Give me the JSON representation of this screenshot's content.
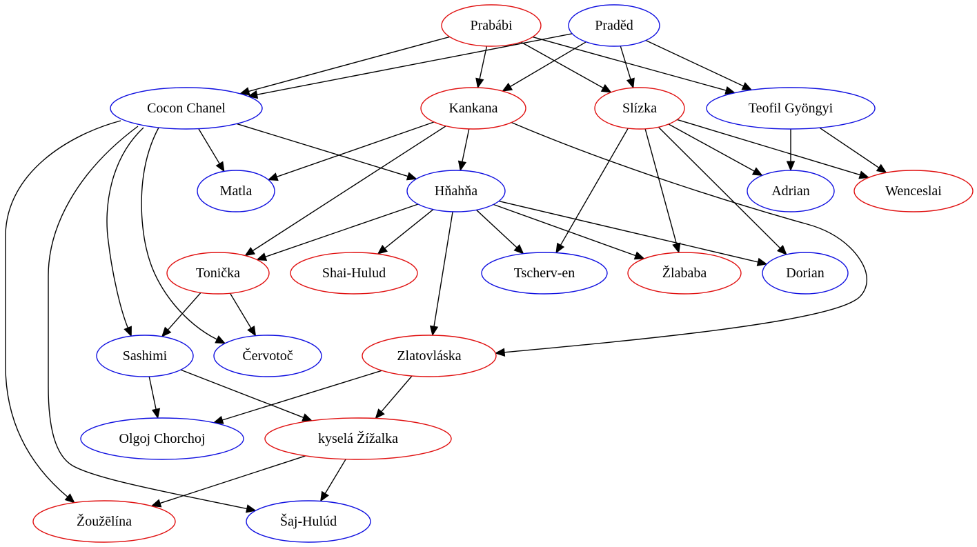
{
  "colors": {
    "female": "#e01010",
    "male": "#1010e0",
    "edge": "#000000"
  },
  "nodes": [
    {
      "id": "prababi",
      "label": "Prabábi",
      "color": "female"
    },
    {
      "id": "praded",
      "label": "Praděd",
      "color": "male"
    },
    {
      "id": "cocon",
      "label": "Cocon Chanel",
      "color": "male"
    },
    {
      "id": "kankana",
      "label": "Kankana",
      "color": "female"
    },
    {
      "id": "slizka",
      "label": "Slízka",
      "color": "female"
    },
    {
      "id": "teofil",
      "label": "Teofil Gyöngyi",
      "color": "male"
    },
    {
      "id": "matla",
      "label": "Matla",
      "color": "male"
    },
    {
      "id": "hnahna",
      "label": "Hňahňa",
      "color": "male"
    },
    {
      "id": "adrian",
      "label": "Adrian",
      "color": "male"
    },
    {
      "id": "wenceslai",
      "label": "Wenceslai",
      "color": "female"
    },
    {
      "id": "tonicka",
      "label": "Tonička",
      "color": "female"
    },
    {
      "id": "shaihulud",
      "label": "Shai-Hulud",
      "color": "female"
    },
    {
      "id": "tscherv",
      "label": "Tscherv-en",
      "color": "male"
    },
    {
      "id": "zlababa",
      "label": "Žlababa",
      "color": "female"
    },
    {
      "id": "dorian",
      "label": "Dorian",
      "color": "male"
    },
    {
      "id": "sashimi",
      "label": "Sashimi",
      "color": "male"
    },
    {
      "id": "cervotoc",
      "label": "Červotoč",
      "color": "male"
    },
    {
      "id": "zlatovlaska",
      "label": "Zlatovláska",
      "color": "female"
    },
    {
      "id": "olgoj",
      "label": "Olgoj Chorchoj",
      "color": "male"
    },
    {
      "id": "kysela",
      "label": "kyselá Žížalka",
      "color": "female"
    },
    {
      "id": "zouzelina",
      "label": "Žoužēlína",
      "color": "female"
    },
    {
      "id": "sajhulud",
      "label": "Šaj-Hulúd",
      "color": "male"
    }
  ],
  "edges": [
    [
      "prababi",
      "cocon"
    ],
    [
      "prababi",
      "kankana"
    ],
    [
      "prababi",
      "slizka"
    ],
    [
      "prababi",
      "teofil"
    ],
    [
      "praded",
      "cocon"
    ],
    [
      "praded",
      "kankana"
    ],
    [
      "praded",
      "slizka"
    ],
    [
      "praded",
      "teofil"
    ],
    [
      "cocon",
      "matla"
    ],
    [
      "cocon",
      "hnahna"
    ],
    [
      "cocon",
      "sashimi"
    ],
    [
      "cocon",
      "cervotoc"
    ],
    [
      "cocon",
      "zouzelina"
    ],
    [
      "cocon",
      "sajhulud"
    ],
    [
      "kankana",
      "matla"
    ],
    [
      "kankana",
      "hnahna"
    ],
    [
      "kankana",
      "tonicka"
    ],
    [
      "kankana",
      "zlatovlaska"
    ],
    [
      "slizka",
      "adrian"
    ],
    [
      "slizka",
      "wenceslai"
    ],
    [
      "slizka",
      "tscherv"
    ],
    [
      "slizka",
      "zlababa"
    ],
    [
      "slizka",
      "dorian"
    ],
    [
      "teofil",
      "adrian"
    ],
    [
      "teofil",
      "wenceslai"
    ],
    [
      "hnahna",
      "tonicka"
    ],
    [
      "hnahna",
      "shaihulud"
    ],
    [
      "hnahna",
      "tscherv"
    ],
    [
      "hnahna",
      "zlababa"
    ],
    [
      "hnahna",
      "dorian"
    ],
    [
      "hnahna",
      "zlatovlaska"
    ],
    [
      "tonicka",
      "sashimi"
    ],
    [
      "tonicka",
      "cervotoc"
    ],
    [
      "sashimi",
      "olgoj"
    ],
    [
      "sashimi",
      "kysela"
    ],
    [
      "zlatovlaska",
      "olgoj"
    ],
    [
      "zlatovlaska",
      "kysela"
    ],
    [
      "kysela",
      "zouzelina"
    ],
    [
      "kysela",
      "sajhulud"
    ]
  ]
}
